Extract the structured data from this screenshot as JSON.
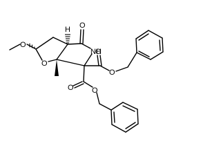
{
  "molecule": {
    "atoms": {
      "H": "H",
      "O_ketone": "O",
      "O_methoxy": "O",
      "NH": "NH",
      "O_ring": "O",
      "O_ester1_carbonyl": "O",
      "O_ester1_ether": "O",
      "O_ester2_carbonyl": "O",
      "O_ester2_ether": "O"
    }
  }
}
